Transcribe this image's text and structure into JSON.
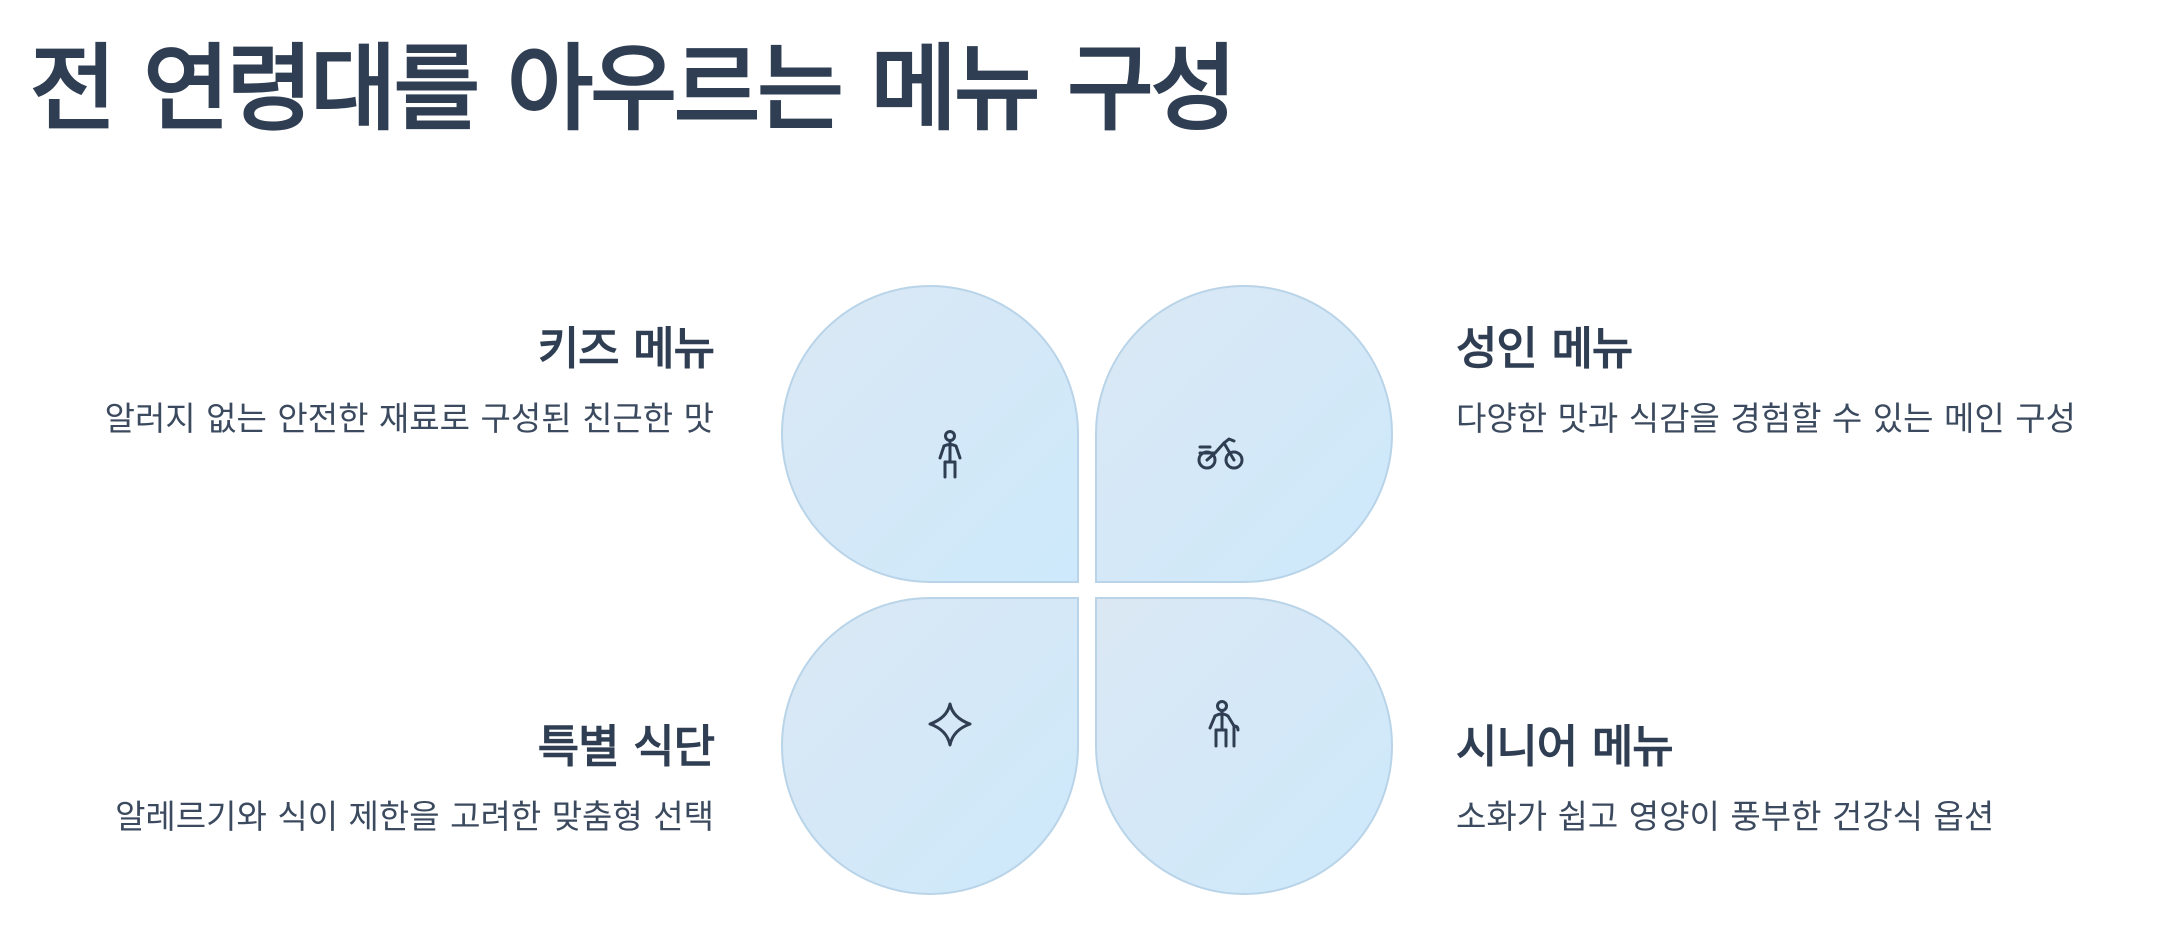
{
  "title": "전 연령대를 아우르는 메뉴 구성",
  "cards": [
    {
      "title": "키즈 메뉴",
      "description": "알러지 없는 안전한 재료로 구성된 친근한 맛",
      "icon": "child-icon"
    },
    {
      "title": "성인 메뉴",
      "description": "다양한 맛과 식감을 경험할 수 있는 메인 구성",
      "icon": "bicycle-icon"
    },
    {
      "title": "특별 식단",
      "description": "알레르기와 식이 제한을 고려한 맞춤형 선택",
      "icon": "sparkle-icon"
    },
    {
      "title": "시니어 메뉴",
      "description": "소화가 쉽고 영양이 풍부한 건강식 옵션",
      "icon": "senior-with-cane-icon"
    }
  ],
  "colors": {
    "text": "#2f3e52",
    "petal_fill_start": "#dbe8f4",
    "petal_fill_end": "#cde9fb",
    "petal_stroke": "#b9d4e8"
  }
}
